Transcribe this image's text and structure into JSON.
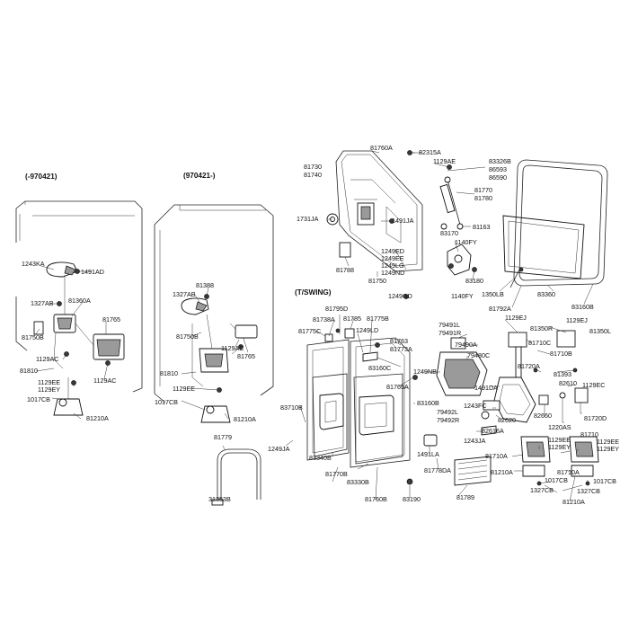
{
  "headers": {
    "left_section": "(-970421)",
    "middle_section": "(970421-)",
    "swing_section": "(T/SWING)"
  },
  "labels": {
    "81760A_top": "81760A",
    "82315A": "82315A",
    "1129AE": "1129AE",
    "83326B": "83326B",
    "86593": "86593",
    "86590": "86590",
    "81730": "81730",
    "81740": "81740",
    "81770": "81770",
    "81780": "81780",
    "1731JA": "1731JA",
    "1491JA": "1491JA",
    "81163": "81163",
    "83170": "83170",
    "1140FY_a": "1140FY",
    "1249ED": "1249ED",
    "1249EE": "1249EE",
    "1249LG": "1249LG",
    "1249ND": "1249ND",
    "81788": "81788",
    "81750": "81750",
    "1249GD": "1249GD",
    "83180": "83180",
    "1140FY_b": "1140FY",
    "1350LB": "1350LB",
    "83360": "83360",
    "81792A": "81792A",
    "83160B_top": "83160B",
    "1243KA": "1243KA",
    "1491AD": "1491AD",
    "1327AB_l": "1327AB",
    "81360A": "81360A",
    "81765_l": "81765",
    "81750B_l": "81750B",
    "1129AC_l1": "1129AC",
    "81810_l": "81810",
    "1129EE_l": "1129EE",
    "1129EY_l": "1129EY",
    "1129AC_l2": "1129AC",
    "1017CB_l": "1017CB",
    "81210A_l": "81210A",
    "81388": "81388",
    "1327AB_m": "1327AB",
    "81750B_m": "81750B",
    "1129AC_m": "1129AC",
    "81765_m": "81765",
    "81810_m": "81810",
    "1129EE_m": "1129EE",
    "1017CB_m": "1017CB",
    "81210A_m": "81210A",
    "81779": "81779",
    "31353B": "31353B",
    "81795D": "81795D",
    "81738A": "81738A",
    "81785": "81785",
    "81775B": "81775B",
    "81775C": "81775C",
    "1249LD": "1249LD",
    "81763": "81763",
    "81773A": "81773A",
    "83160C": "83160C",
    "81765A": "81765A",
    "83160B_mid": "83160B",
    "83710B": "83710B",
    "1249JA": "1249JA",
    "83340B": "83340B",
    "81770B": "81770B",
    "83330B": "83330B",
    "81760B": "81760B",
    "83190": "83190",
    "1491LA": "1491LA",
    "81789": "81789",
    "81778DA": "81778DA",
    "79491L": "79491L",
    "79491R": "79491R",
    "79490A": "79490A",
    "79480C": "79480C",
    "1249NB": "1249NB",
    "79492L": "79492L",
    "79492R": "79492R",
    "1243FC": "1243FC",
    "1243JA": "1243JA",
    "82620": "82620",
    "82616A": "82616A",
    "1129EJ_a": "1129EJ",
    "81350R": "81350R",
    "81710C": "81710C",
    "81710B": "81710B",
    "81720A": "81720A",
    "1129EJ_b": "1129EJ",
    "81350L": "81350L",
    "1491DA": "1491DA",
    "81393": "81393",
    "82610": "82610",
    "1129EC": "1129EC",
    "82660": "82660",
    "1220AS": "1220AS",
    "81720D": "81720D",
    "81710A_a": "81710A",
    "1129EE_r1": "1129EE",
    "1129EY_r1": "1129EY",
    "81710": "81710",
    "1129EE_r2": "1129EE",
    "1129EY_r2": "1129EY",
    "81210A_r1": "81210A",
    "1017CB_r1": "1017CB",
    "1327CB_r1": "1327CB",
    "81710A_b": "81710A",
    "1017CB_r2": "1017CB",
    "1327CB_r2": "1327CB",
    "81210A_r2": "81210A"
  }
}
